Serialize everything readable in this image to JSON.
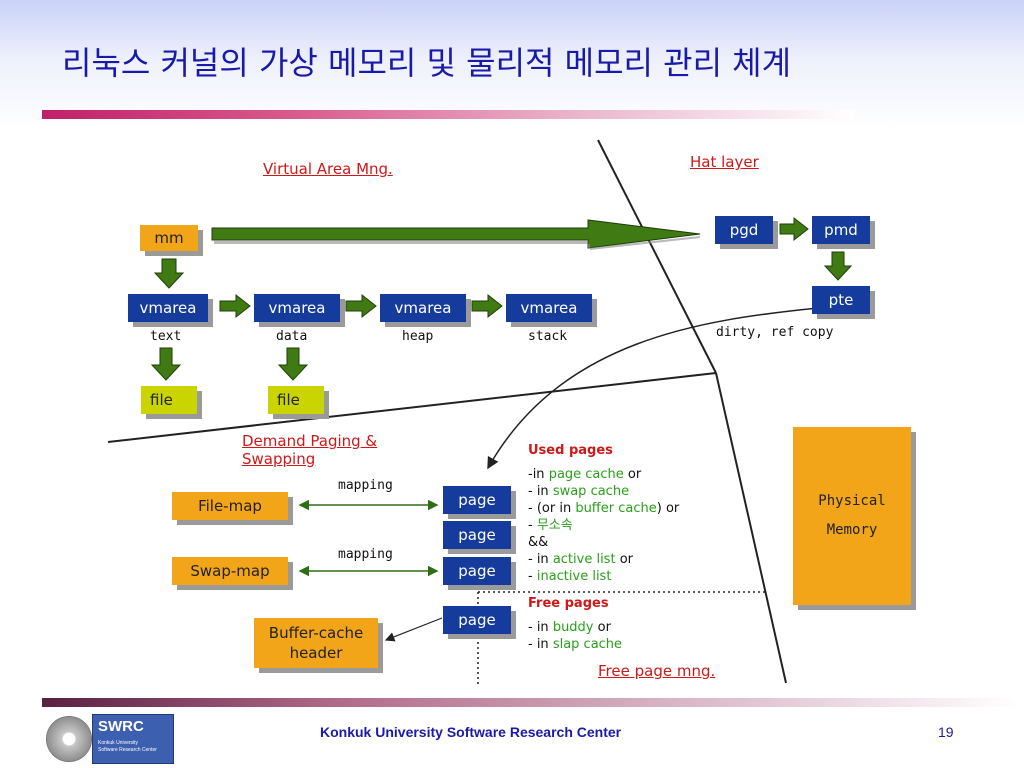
{
  "title": "리눅스 커널의 가상 메모리 및 물리적 메모리 관리 체계",
  "sections": {
    "virtual_area": "Virtual Area Mng.",
    "hat_layer": "Hat layer",
    "demand_paging_1": "Demand Paging &",
    "demand_paging_2": "Swapping",
    "free_page_mng": "Free page mng."
  },
  "boxes": {
    "mm": "mm",
    "vmarea": [
      "vmarea",
      "vmarea",
      "vmarea",
      "vmarea"
    ],
    "vmarea_labels": [
      "text",
      "data",
      "heap",
      "stack"
    ],
    "file": [
      "file",
      "file"
    ],
    "pgd": "pgd",
    "pmd": "pmd",
    "pte": "pte",
    "pte_note": "dirty, ref copy",
    "file_map": "File-map",
    "swap_map": "Swap-map",
    "buffer_cache_1": "Buffer-cache",
    "buffer_cache_2": "header",
    "page": [
      "page",
      "page",
      "page",
      "page"
    ],
    "mapping": [
      "mapping",
      "mapping"
    ],
    "physical_1": "Physical",
    "physical_2": "Memory"
  },
  "used_pages": {
    "heading": "Used pages",
    "l1a": "-in ",
    "l1b": "page cache",
    "l1c": " or",
    "l2a": "- in ",
    "l2b": "swap cache",
    "l3a": "- (or in ",
    "l3b": "buffer cache",
    "l3c": ") or",
    "l4a": "- ",
    "l4b": "무소속",
    "l5": "&&",
    "l6a": "- in ",
    "l6b": "active list",
    "l6c": " or",
    "l7a": "- ",
    "l7b": "inactive list"
  },
  "free_pages": {
    "heading": "Free pages",
    "l1a": "- in ",
    "l1b": "buddy",
    "l1c": " or",
    "l2a": "- in ",
    "l2b": "slap cache"
  },
  "footer": {
    "org": "Konkuk University Software Research Center",
    "page": "19",
    "logo_word": "SWRC",
    "logo_sub1": "Konkuk University",
    "logo_sub2": "Software Research Center"
  },
  "colors": {
    "title": "#1a1aaa",
    "box_orange": "#f2a519",
    "box_blue": "#153c9c",
    "box_lime": "#c9d400",
    "arrow_green": "#3f7a12",
    "red_heading": "#d01818",
    "green_text": "#2aa01a"
  }
}
